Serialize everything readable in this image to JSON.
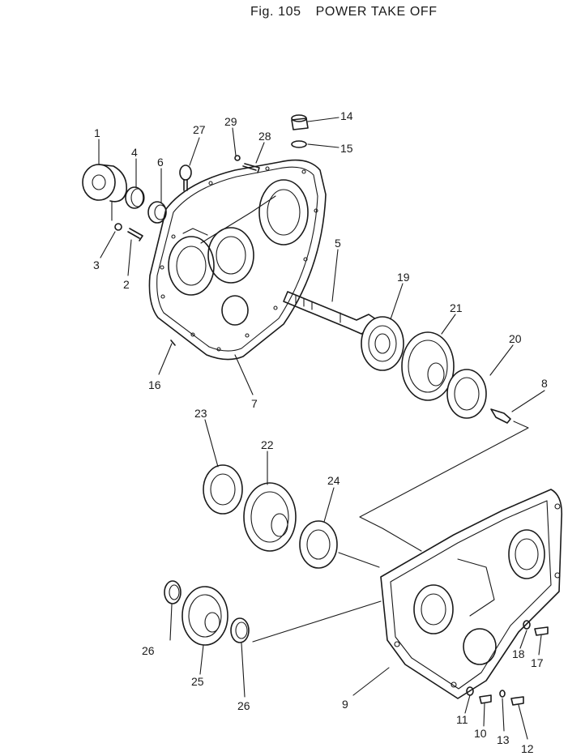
{
  "figure": {
    "number_label": "Fig. 105",
    "title": "POWER TAKE OFF"
  },
  "callouts": [
    "1",
    "2",
    "3",
    "4",
    "5",
    "6",
    "7",
    "8",
    "9",
    "10",
    "11",
    "12",
    "13",
    "14",
    "15",
    "16",
    "17",
    "18",
    "19",
    "20",
    "21",
    "22",
    "23",
    "24",
    "25",
    "26",
    "27",
    "28",
    "29"
  ]
}
